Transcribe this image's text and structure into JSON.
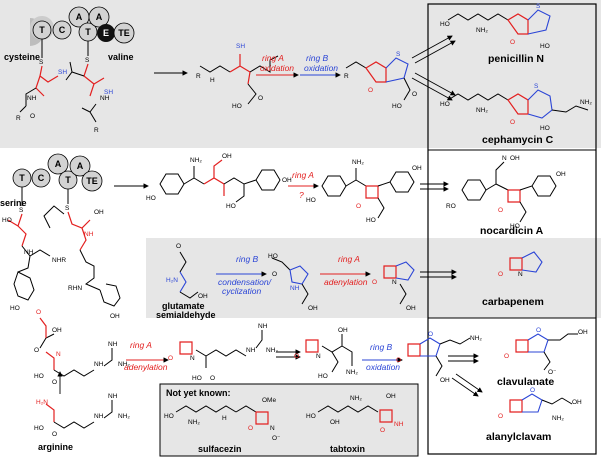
{
  "modules": {
    "T": "T",
    "C": "C",
    "A": "A",
    "E": "E",
    "TE": "TE"
  },
  "labels": {
    "cysteine": "cysteine",
    "valine": "valine",
    "serine": "serine",
    "glutamate": "glutamate",
    "semialdehyde": "semialdehyde",
    "arginine": "arginine"
  },
  "reactions": {
    "ring_a_oxidation_1": "ring A",
    "oxidation_1a": "oxidation",
    "ring_b_oxidation_1": "ring B",
    "oxidation_1b": "oxidation",
    "ring_a_q": "ring A",
    "question": "?",
    "ring_b_cond": "ring B",
    "condensation": "condensation/",
    "cyclization": "cyclization",
    "ring_a_aden_3": "ring A",
    "adenylation_3": "adenylation",
    "ring_a_aden_4": "ring A",
    "adenylation_4": "adenylation",
    "ring_b_ox_4": "ring B",
    "oxidation_4": "oxidation"
  },
  "products": {
    "penicillin": "penicillin N",
    "cephamycin": "cephamycin C",
    "nocardicin": "nocardicin A",
    "carbapenem": "carbapenem",
    "clavulanate": "clavulanate",
    "alanylclavam": "alanylclavam"
  },
  "not_yet_known": {
    "heading": "Not yet known:",
    "sulfacezin": "sulfacezin",
    "tabtoxin": "tabtoxin"
  },
  "atoms": {
    "S": "S",
    "SH": "SH",
    "O": "O",
    "N": "N",
    "H": "H",
    "NH": "NH",
    "NH2": "NH₂",
    "OH": "OH",
    "HO": "HO",
    "R": "R",
    "RO": "RO",
    "NHR": "NHR",
    "RHN": "RHN",
    "H2N": "H₂N",
    "O_minus": "O⁻",
    "OMe": "OMe"
  },
  "colors": {
    "ring_a": "#e32020",
    "ring_b": "#2b45d6",
    "panel_gray": "#e6e6e6",
    "module_black": "#111111",
    "module_gray": "#d3d3d3"
  }
}
